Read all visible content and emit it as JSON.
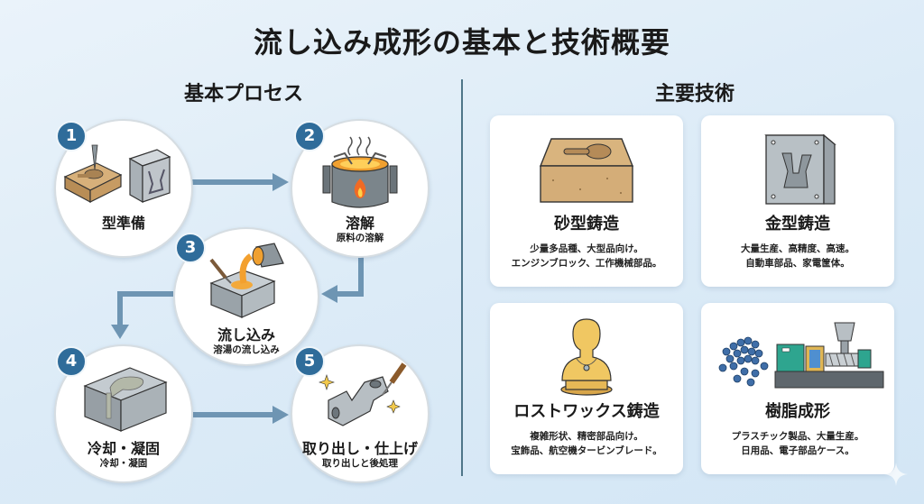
{
  "title": "流し込み成形の基本と技術概要",
  "process": {
    "heading": "基本プロセス",
    "steps": [
      {
        "number": "1",
        "label": "型準備",
        "sub": ""
      },
      {
        "number": "2",
        "label": "溶解",
        "sub": "原料の溶解"
      },
      {
        "number": "3",
        "label": "流し込み",
        "sub": "溶湯の流し込み"
      },
      {
        "number": "4",
        "label": "冷却・凝固",
        "sub": "冷却・凝固"
      },
      {
        "number": "5",
        "label": "取り出し・仕上げ",
        "sub": "取り出しと後処理"
      }
    ]
  },
  "techniques": {
    "heading": "主要技術",
    "cards": [
      {
        "title": "砂型鋳造",
        "desc_line1": "少量多品種、大型品向け。",
        "desc_line2": "エンジンブロック、工作機械部品。",
        "icon": "sand-mold-icon"
      },
      {
        "title": "金型鋳造",
        "desc_line1": "大量生産、高精度、高速。",
        "desc_line2": "自動車部品、家電筐体。",
        "icon": "metal-mold-icon"
      },
      {
        "title": "ロストワックス鋳造",
        "desc_line1": "複雑形状、精密部品向け。",
        "desc_line2": "宝飾品、航空機タービンブレード。",
        "icon": "wax-bust-icon"
      },
      {
        "title": "樹脂成形",
        "desc_line1": "プラスチック製品、大量生産。",
        "desc_line2": "日用品、電子部品ケース。",
        "icon": "injection-molding-icon"
      }
    ]
  },
  "colors": {
    "badge": "#2f6c9a",
    "arrow": "#6e95b3",
    "divider": "#4f7689"
  }
}
